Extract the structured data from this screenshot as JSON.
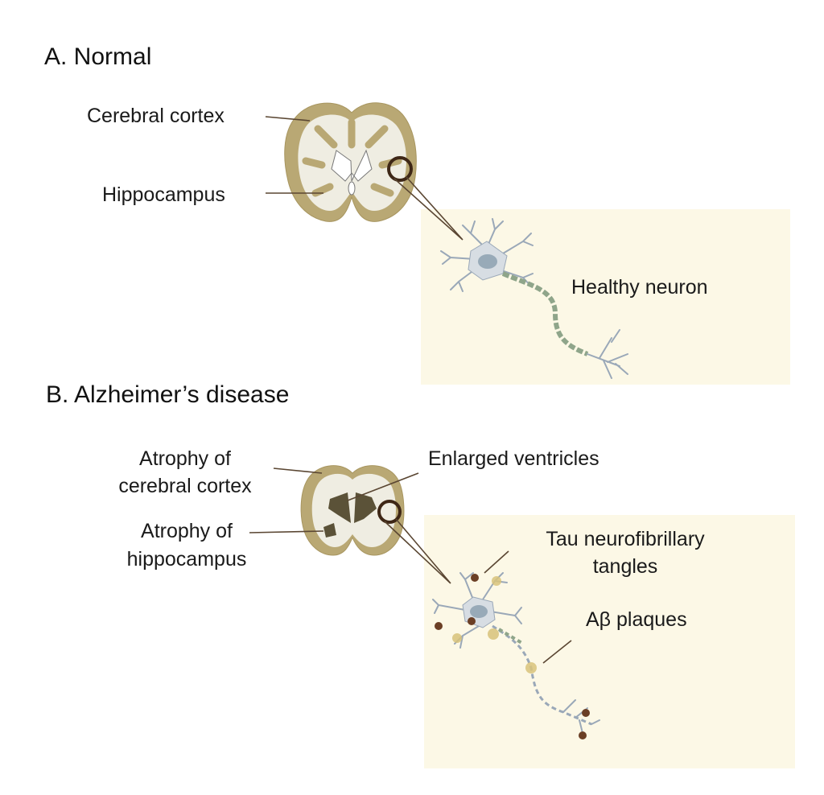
{
  "panel_a": {
    "title": "A. Normal",
    "labels": {
      "cortex": "Cerebral cortex",
      "hippocampus": "Hippocampus",
      "neuron": "Healthy neuron"
    }
  },
  "panel_b": {
    "title": "B. Alzheimer’s disease",
    "labels": {
      "cortex_line1": "Atrophy of",
      "cortex_line2": "cerebral cortex",
      "hippo_line1": "Atrophy of",
      "hippo_line2": "hippocampus",
      "ventricles": "Enlarged ventricles",
      "tangles_line1": "Tau neurofibrillary",
      "tangles_line2": "tangles",
      "plaques": "Aβ plaques"
    }
  },
  "colors": {
    "panel_bg": "#fcf8e6",
    "cortex": "#b9a874",
    "white_matter": "#efede2",
    "ventricle_enlarged": "#5b5238",
    "neuron": "#d7dde3",
    "nucleus": "#98aab8",
    "myelin": "#8fa58a",
    "tangle": "#6b3f25",
    "plaque": "#d8c37a"
  }
}
